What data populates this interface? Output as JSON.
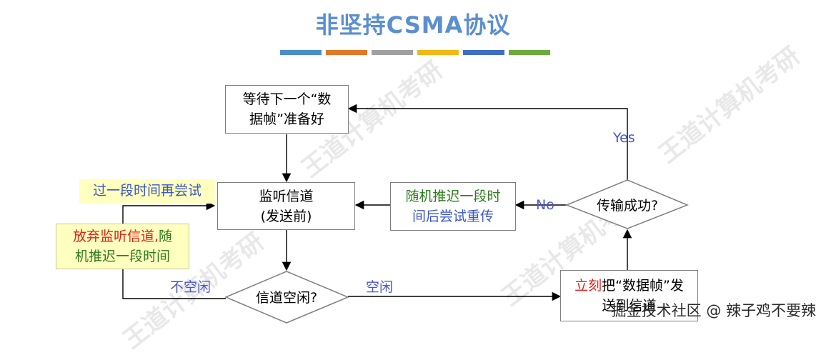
{
  "title": "非坚持CSMA协议",
  "stripe_colors": [
    "#4a90c8",
    "#e0782a",
    "#a0a0a0",
    "#f2b81a",
    "#3f6fc0",
    "#6aab3c"
  ],
  "nodes": {
    "wait": {
      "line1": "等待下一个“数",
      "line2": "据帧”准备好"
    },
    "listen": {
      "line1": "监听信道",
      "line2": "(发送前)"
    },
    "retry": {
      "line1": "随机推迟一段时",
      "line2": "间后尝试重传"
    },
    "success": {
      "text": "传输成功?"
    },
    "idle": {
      "text": "信道空闲?"
    },
    "send": {
      "red": "立刻",
      "rest": "把“数据帧”发",
      "line2": "送到信道"
    },
    "giveup": {
      "red": "放弃监听信道,",
      "green_tail": "随",
      "line2": "机推迟一段时间"
    }
  },
  "labels": {
    "retry_later": "过一段时间再尝试",
    "yes": "Yes",
    "no": "No",
    "busy": "不空闲",
    "free": "空闲"
  },
  "watermark": "王道计算机考研",
  "credit": "掘金技术社区 @ 辣子鸡不要辣",
  "colors": {
    "title": "#5b8fd0",
    "label": "#4a56d0",
    "note_bg": "#ffffc0",
    "red": "#e0201a",
    "green": "#2e7a1e"
  }
}
